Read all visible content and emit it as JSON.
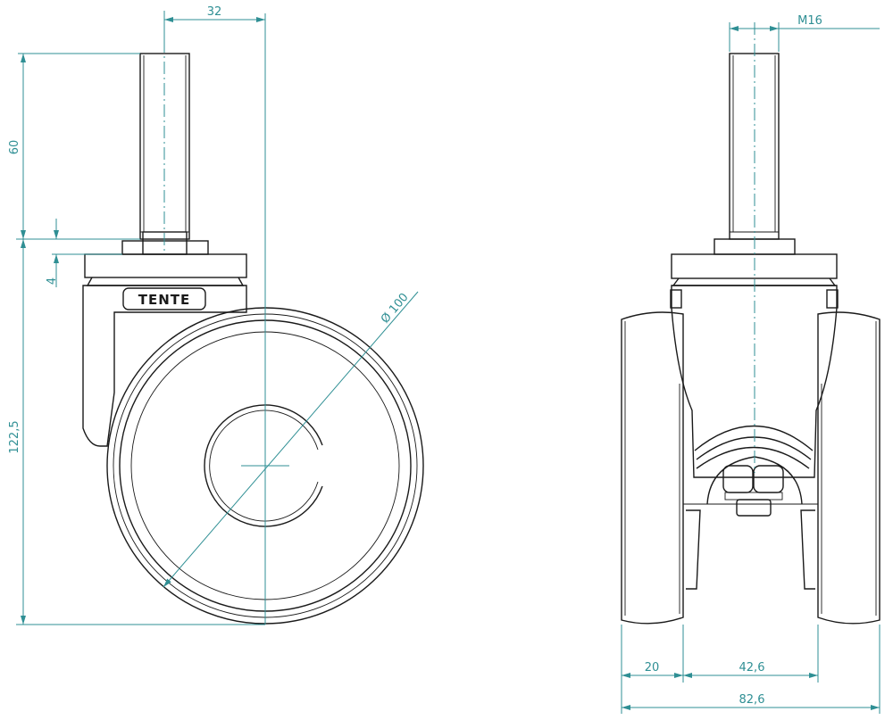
{
  "side_view": {
    "dimensions": {
      "stem_offset": "32",
      "stem_length": "60",
      "collar_height": "4",
      "total_height": "122,5",
      "wheel_diameter": "Ø 100"
    },
    "brand_label": "TENTE"
  },
  "front_view": {
    "dimensions": {
      "thread": "M16",
      "wheel_width": "20",
      "wheel_gap": "42,6",
      "overall_width": "82,6"
    }
  },
  "colors": {
    "dimension": "#2f8f94",
    "outline": "#1a1a1a"
  }
}
